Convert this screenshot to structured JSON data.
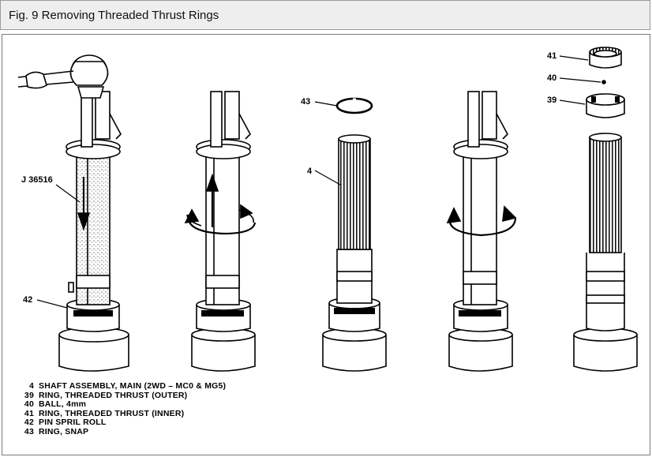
{
  "header": {
    "title": "Fig. 9 Removing Threaded Thrust Rings"
  },
  "callouts": {
    "tool": "J 36516",
    "pin": "42",
    "snap_ring": "43",
    "shaft": "4",
    "inner_ring": "41",
    "ball": "40",
    "outer_ring": "39"
  },
  "legend": [
    {
      "num": "4",
      "text": "SHAFT ASSEMBLY, MAIN (2WD – MC0 & MG5)"
    },
    {
      "num": "39",
      "text": "RING, THREADED THRUST (OUTER)"
    },
    {
      "num": "40",
      "text": "BALL, 4mm"
    },
    {
      "num": "41",
      "text": "RING, THREADED THRUST (INNER)"
    },
    {
      "num": "42",
      "text": "PIN SPRIL ROLL"
    },
    {
      "num": "43",
      "text": "RING, SNAP"
    }
  ],
  "colors": {
    "line": "#000000",
    "bg": "#ffffff",
    "titlebar": "#eeeeee"
  }
}
